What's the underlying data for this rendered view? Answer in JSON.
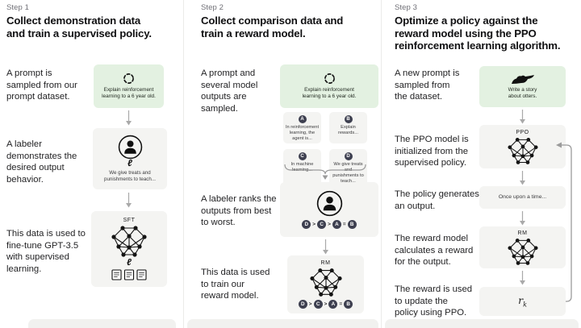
{
  "colors": {
    "green_box": "#e3f1e1",
    "gray_box": "#f4f4f2",
    "badge_bg": "#3e4050",
    "divider": "#ebebe9"
  },
  "icons": {
    "pen_glyph": "ℓ"
  },
  "step1": {
    "label": "Step 1",
    "title": "Collect demonstration data\nand train a supervised policy.",
    "ann_prompt": "A prompt is\nsampled from our\nprompt dataset.",
    "prompt_text": "Explain reinforcement\nlearning to a 6 year old.",
    "ann_labeler": "A labeler\ndemonstrates the\ndesired output\nbehavior.",
    "labeler_text": "We give treats and\npunishments to teach...",
    "ann_sft": "This data is used to\nfine-tune GPT-3.5\nwith supervised\nlearning.",
    "sft_label": "SFT"
  },
  "step2": {
    "label": "Step 2",
    "title": "Collect comparison data and\ntrain a reward model.",
    "ann_prompt": "A prompt and\nseveral model\noutputs are\nsampled.",
    "prompt_text": "Explain reinforcement\nlearning to a 6 year old.",
    "outputs": [
      {
        "badge": "A",
        "text": "In reinforcement\nlearning, the\nagent is..."
      },
      {
        "badge": "B",
        "text": "Explain rewards..."
      },
      {
        "badge": "C",
        "text": "In machine\nlearning..."
      },
      {
        "badge": "D",
        "text": "We give treats and\npunishments to\nteach..."
      }
    ],
    "ann_rank": "A labeler ranks the\noutputs from best\nto worst.",
    "ranking": {
      "r1": "D",
      "s1": ">",
      "r2": "C",
      "s2": ">",
      "r3": "A",
      "s3": "=",
      "r4": "B"
    },
    "ann_rm": "This data is used\nto train our\nreward model.",
    "rm_label": "RM"
  },
  "step3": {
    "label": "Step 3",
    "title": "Optimize a policy against the\nreward model using the PPO\nreinforcement learning algorithm.",
    "ann_prompt": "A new prompt is\nsampled from\nthe dataset.",
    "prompt_text": "Write a story\nabout otters.",
    "ann_ppo": "The PPO model is\ninitialized from the\nsupervised policy.",
    "ppo_label": "PPO",
    "ann_output": "The policy generates\nan output.",
    "output_text": "Once upon a time...",
    "ann_reward": "The reward model\ncalculates a reward\nfor the output.",
    "rm_label": "RM",
    "ann_update": "The reward is used\nto update the\npolicy using PPO.",
    "reward_base": "r",
    "reward_sub": "k"
  }
}
